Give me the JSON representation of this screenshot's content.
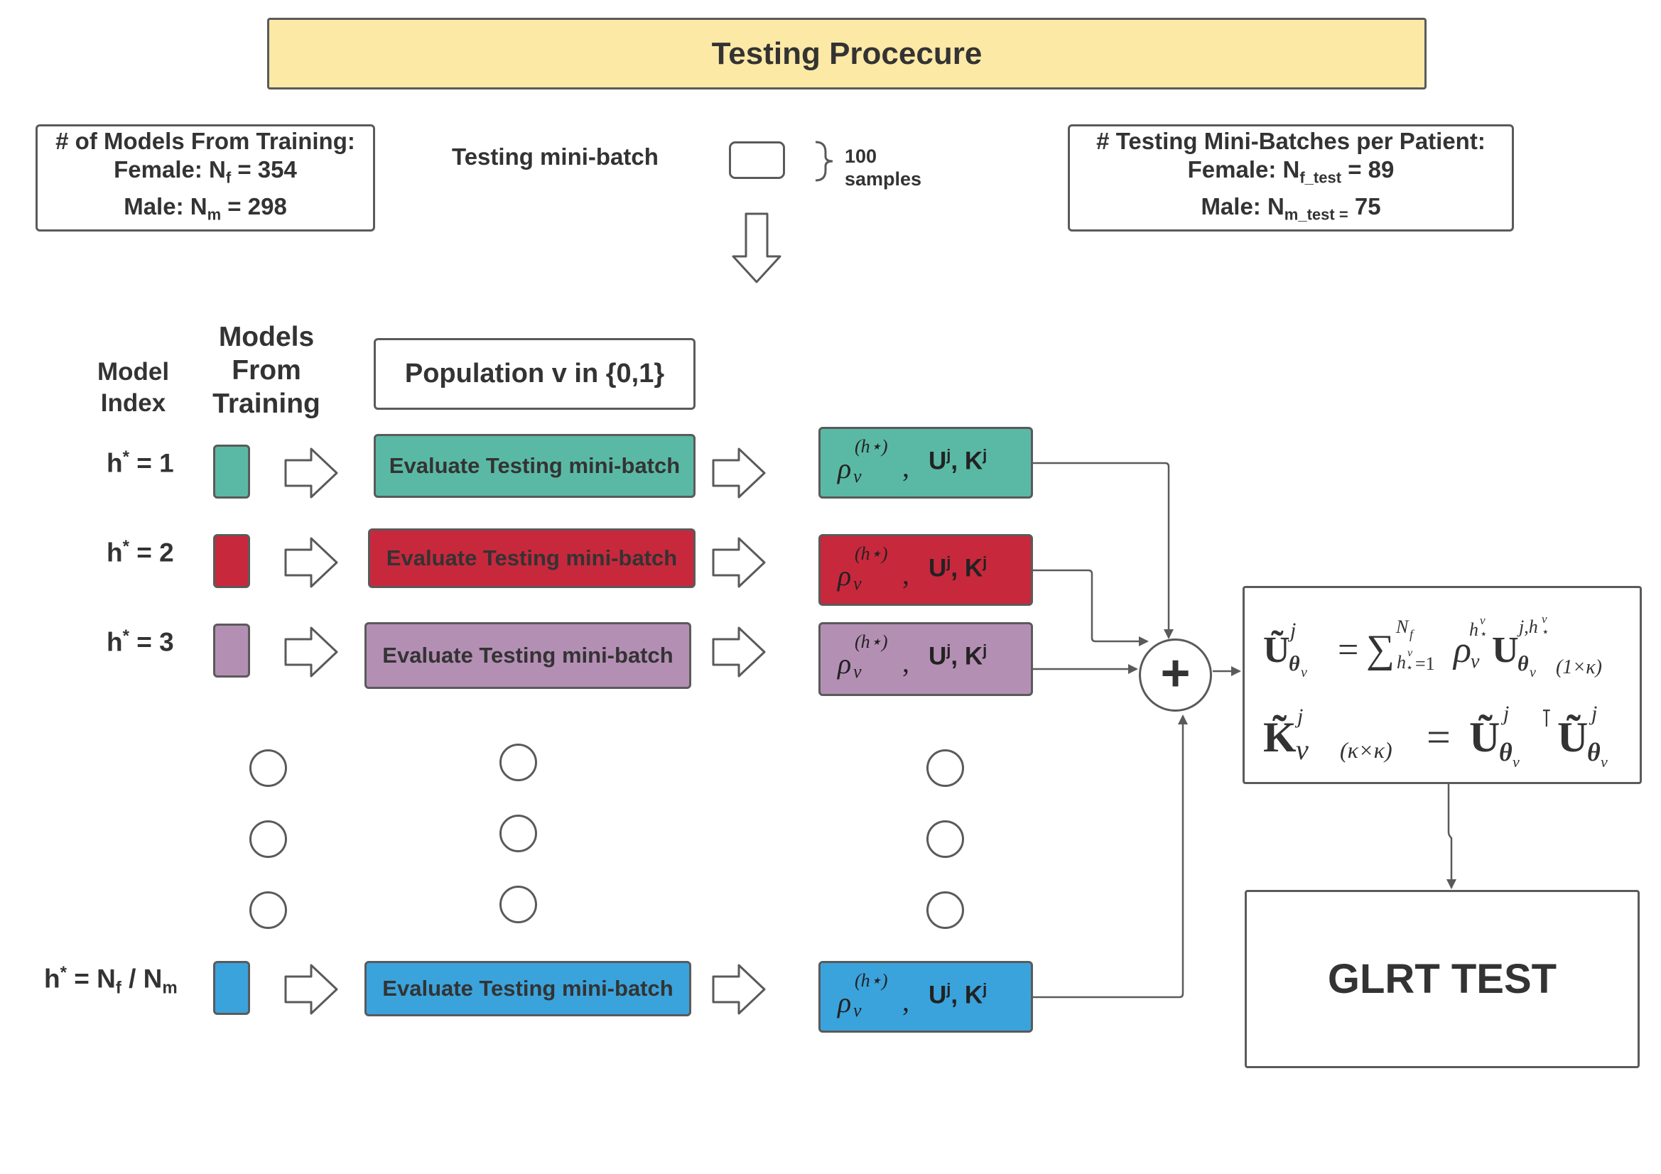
{
  "title": "Testing Procecure",
  "models_box": {
    "line1": "# of Models From Training:",
    "female_prefix": "Female: N",
    "female_sub": "f",
    "female_value": " = 354",
    "male_prefix": "Male: N",
    "male_sub": "m",
    "male_value": " = 298"
  },
  "minibatch": {
    "label": "Testing mini-batch",
    "count": "100",
    "unit": "samples"
  },
  "batches_box": {
    "line1": "# Testing Mini-Batches per Patient:",
    "female_prefix": "Female: N",
    "female_sub": "f_test",
    "female_value": " = 89",
    "male_prefix": "Male: N",
    "male_sub": "m_test =",
    "male_value": " 75"
  },
  "headers": {
    "model_index": [
      "Model",
      "Index"
    ],
    "models_from_training": [
      "Models",
      "From",
      "Training"
    ],
    "population": "Population v in {0,1}"
  },
  "rows": [
    {
      "h_label": "h",
      "h_sup": "*",
      "h_value": " = 1",
      "color": "#5ab9a5",
      "evaluate": "Evaluate Testing mini-batch",
      "result_rho": "ρ",
      "result_sub": "v",
      "result_sup": "(h⋆)",
      "result_u": "U",
      "result_k": "K",
      "result_j": "j"
    },
    {
      "h_label": "h",
      "h_sup": "*",
      "h_value": " = 2",
      "color": "#c8283c",
      "evaluate": "Evaluate Testing mini-batch",
      "result_rho": "ρ",
      "result_sub": "v",
      "result_sup": "(h⋆)",
      "result_u": "U",
      "result_k": "K",
      "result_j": "j"
    },
    {
      "h_label": "h",
      "h_sup": "*",
      "h_value": " = 3",
      "color": "#b48fb4",
      "evaluate": "Evaluate Testing mini-batch",
      "result_rho": "ρ",
      "result_sub": "v",
      "result_sup": "(h⋆)",
      "result_u": "U",
      "result_k": "K",
      "result_j": "j"
    },
    {
      "h_label": "h",
      "h_sup": "*",
      "h_value": " = N",
      "h_sub1": "f",
      "h_mid": " / N",
      "h_sub2": "m",
      "color": "#3aa3dc",
      "evaluate": "Evaluate Testing mini-batch",
      "result_rho": "ρ",
      "result_sub": "v",
      "result_sup": "(h⋆)",
      "result_u": "U",
      "result_k": "K",
      "result_j": "j"
    }
  ],
  "plus": "+",
  "formula": {
    "u_lhs": "Ũ",
    "u_lhs_sup": "j",
    "u_lhs_sub": "θ",
    "u_lhs_subsub": "v",
    "equals": "=",
    "sum": "∑",
    "sum_upper": "N",
    "sum_upper_sub": "f",
    "sum_lower": "h",
    "sum_lower_sup": "v",
    "sum_lower_star": "⋆",
    "sum_lower_rest": "=1",
    "rho": "ρ",
    "rho_sub": "v",
    "rho_sup": "h",
    "rho_sup_sup": "v",
    "rho_sup_star": "⋆",
    "u_term": "U",
    "u_term_sup": "j,h",
    "u_term_sup_sup": "v",
    "u_term_sup_star": "⋆",
    "u_term_sub": "θ",
    "u_term_subsub": "v",
    "dim1": "(1×κ)",
    "k_lhs": "K̃",
    "k_lhs_sup": "j",
    "k_lhs_sub": "v",
    "dim2": "(κ×κ)",
    "rhs_u1": "Ũ",
    "rhs_u1_sup": "j",
    "rhs_u1_sub": "θ",
    "rhs_u1_subsub": "v",
    "transpose": "⊺",
    "rhs_u2": "Ũ",
    "rhs_u2_sup": "j",
    "rhs_u2_sub": "θ",
    "rhs_u2_subsub": "v"
  },
  "glrt": "GLRT TEST",
  "colors": {
    "title_bg": "#fde9a6",
    "stroke": "#5a5a5a"
  }
}
